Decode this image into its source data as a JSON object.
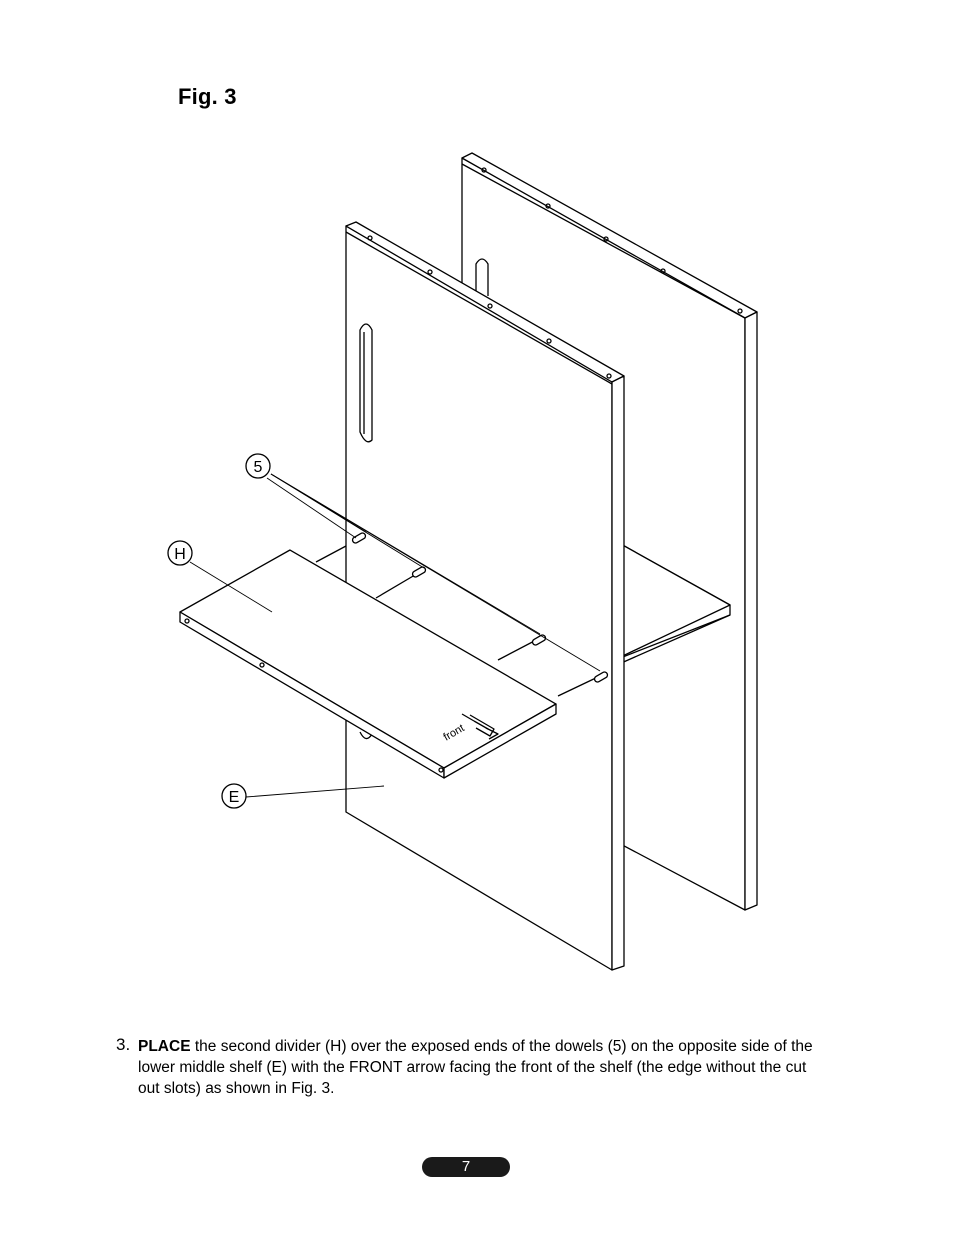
{
  "figure": {
    "title": "Fig. 3"
  },
  "callouts": {
    "dowel": "5",
    "divider": "H",
    "shelf": "E"
  },
  "front_label": "front",
  "instruction": {
    "number": "3.",
    "bold": "PLACE",
    "text": " the second divider (H) over the exposed ends of the dowels (5) on the opposite side of the lower middle shelf (E) with the FRONT arrow facing the front of the shelf (the edge without the cut out slots) as shown in Fig. 3."
  },
  "page_number": "7"
}
